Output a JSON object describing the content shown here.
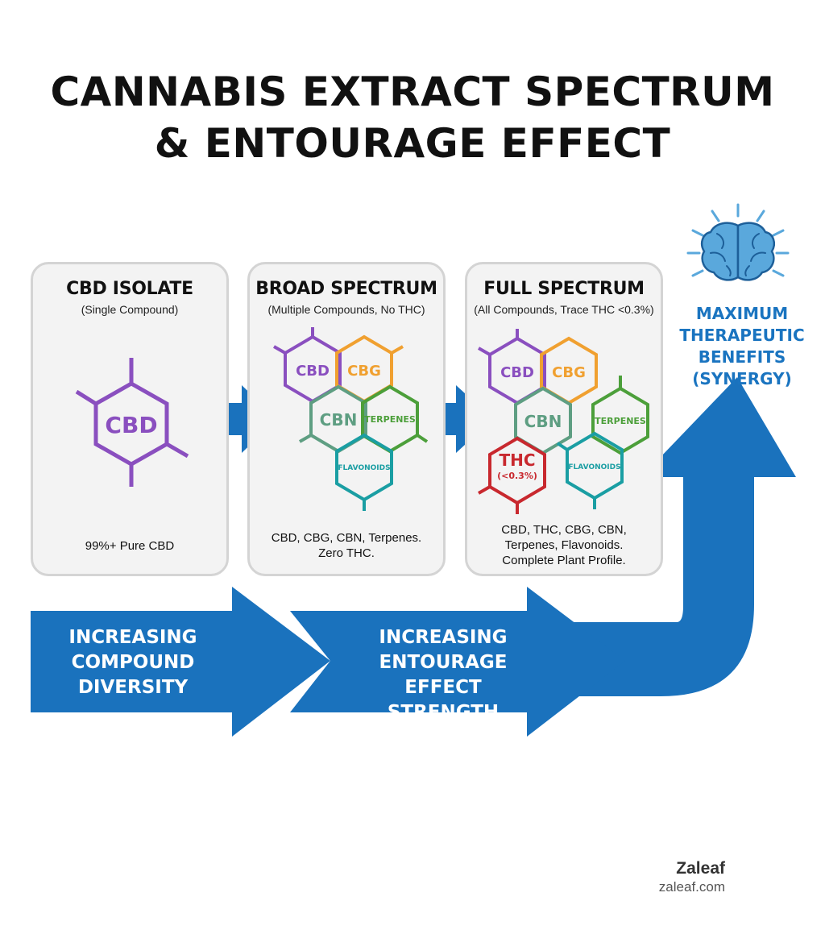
{
  "title": {
    "line1": "CANNABIS EXTRACT SPECTRUM",
    "line2": "& ENTOURAGE EFFECT"
  },
  "cards": [
    {
      "title": "CBD ISOLATE",
      "subtitle": "(Single Compound)",
      "description": [
        "99%+ Pure CBD"
      ],
      "molecules": [
        "CBD"
      ]
    },
    {
      "title": "BROAD SPECTRUM",
      "subtitle": "(Multiple Compounds, No THC)",
      "description": [
        "CBD, CBG, CBN, Terpenes.",
        "Zero THC."
      ],
      "molecules": [
        "CBD",
        "CBG",
        "CBN",
        "TERPENES",
        "FLAVONOIDS"
      ]
    },
    {
      "title": "FULL SPECTRUM",
      "subtitle": "(All Compounds, Trace THC <0.3%)",
      "description": [
        "CBD, THC, CBG, CBN,",
        "Terpenes, Flavonoids.",
        "Complete Plant Profile."
      ],
      "molecules": [
        "CBD",
        "CBG",
        "CBN",
        "TERPENES",
        "THC",
        "(<0.3%)",
        "FLAVONOIDS"
      ]
    }
  ],
  "bottom_arrows": [
    {
      "lines": [
        "INCREASING",
        "COMPOUND",
        "DIVERSITY"
      ]
    },
    {
      "lines": [
        "INCREASING",
        "ENTOURAGE EFFECT",
        "STRENGTH"
      ]
    }
  ],
  "benefit": {
    "lines": [
      "MAXIMUM",
      "THERAPEUTIC",
      "BENEFITS",
      "(SYNERGY)"
    ],
    "icon": "brain-icon"
  },
  "colors": {
    "arrow_blue": "#1a72bd",
    "cbd": "#8a4fbf",
    "cbg": "#f0a030",
    "cbn": "#5e9e82",
    "terpenes": "#4c9f3a",
    "flavonoids": "#1a9ea3",
    "thc": "#c8282e",
    "brain": "#5aa8dc"
  },
  "brand": {
    "name": "Zaleaf",
    "url": "zaleaf.com"
  }
}
